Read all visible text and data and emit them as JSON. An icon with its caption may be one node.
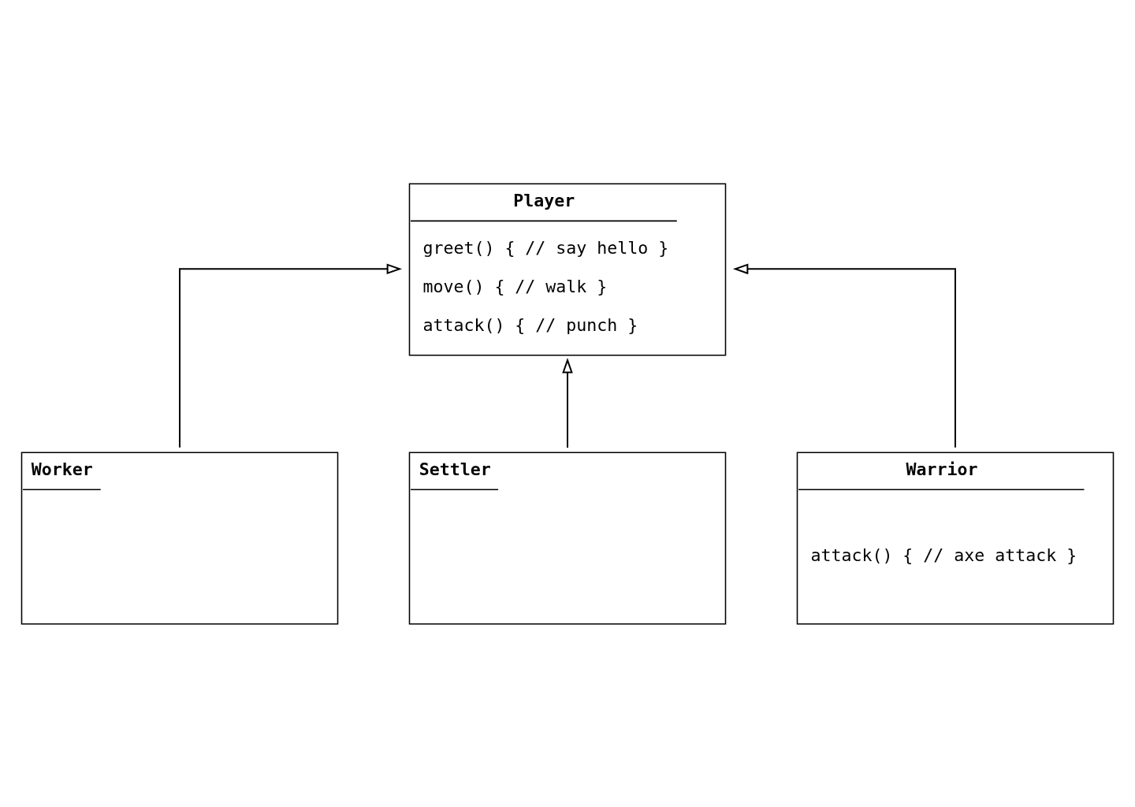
{
  "diagram": {
    "nodes": [
      {
        "text": [
          "Player",
          "greet() { // say hello }",
          "move() { // walk }",
          "attack() { // punch }"
        ]
      },
      {
        "text": [
          "Worker"
        ]
      },
      {
        "text": [
          "Settler"
        ]
      },
      {
        "text": [
          "Warrior",
          "attack() { // axe attack }"
        ]
      }
    ],
    "edges": [
      {
        "from": 1,
        "to": 0,
        "arrow": "to"
      },
      {
        "from": 2,
        "to": 0,
        "arrow": "to"
      },
      {
        "from": 3,
        "to": 0,
        "arrow": "to"
      }
    ]
  }
}
